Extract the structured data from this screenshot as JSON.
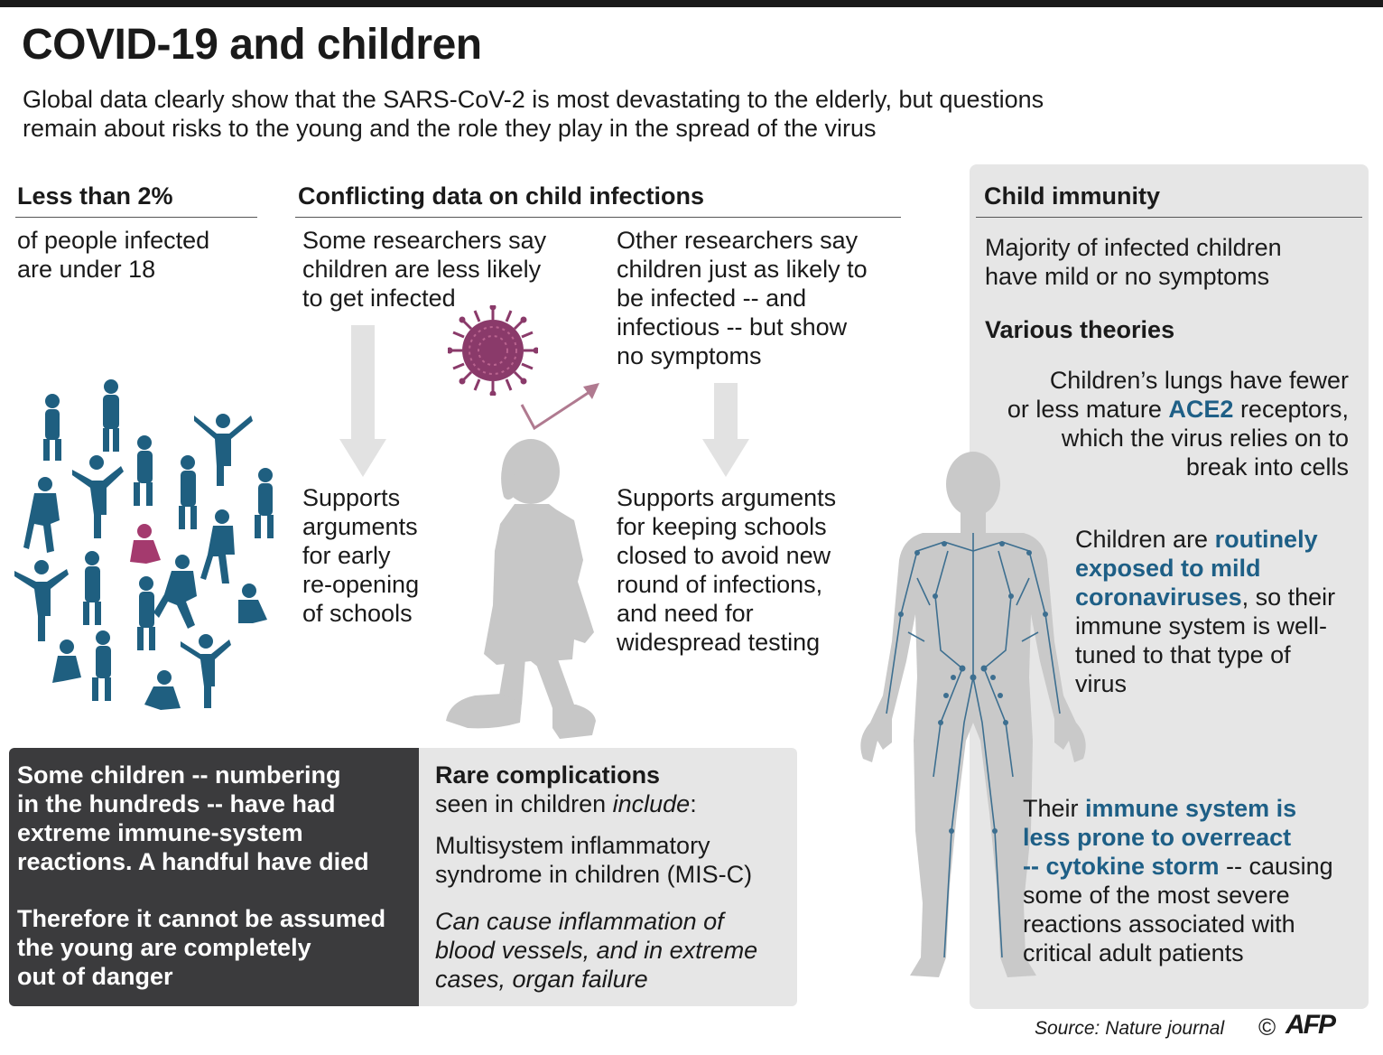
{
  "header": {
    "title": "COVID-19 and children",
    "subtitle_line1": "Global data clearly show that the SARS-CoV-2 is most devastating to the elderly, but questions",
    "subtitle_line2": "remain about risks to the young and the role they play in the spread of the virus"
  },
  "stat": {
    "heading": "Less than 2%",
    "line1": "of people infected",
    "line2": "are under 18"
  },
  "conflict": {
    "heading": "Conflicting data on child infections",
    "left": {
      "lines": [
        "Some researchers say",
        "children are less likely",
        "to get infected"
      ],
      "result": [
        "Supports",
        "arguments",
        "for early",
        "re-opening",
        "of schools"
      ]
    },
    "right": {
      "lines": [
        "Other researchers say",
        "children just as likely to",
        "be infected -- and",
        "infectious -- but show",
        "no symptoms"
      ],
      "result": [
        "Supports arguments",
        "for keeping schools",
        "closed to avoid new",
        "round of infections,",
        "and need for",
        "widespread testing"
      ]
    }
  },
  "immunity": {
    "heading": "Child immunity",
    "intro": [
      "Majority of infected children",
      "have mild or no symptoms"
    ],
    "theories_heading": "Various theories",
    "theory1": {
      "line1": "Children’s lungs have fewer",
      "line2_pre": "or less mature ",
      "line2_hl": "ACE2",
      "line2_post": " receptors,",
      "line3": "which the virus relies on to",
      "line4": "break into cells"
    },
    "theory2": {
      "pre": "Children are ",
      "hl1": "routinely",
      "hl2": "exposed to mild",
      "hl3": "coronaviruses",
      "post1": ", so their",
      "line4": "immune system is well-",
      "line5": "tuned to that type of",
      "line6": "virus"
    },
    "theory3": {
      "pre": "Their ",
      "hl1": "immune system is",
      "hl2": "less prone to overreact",
      "hl3": "-- cytokine storm",
      "post1": " -- causing",
      "line4": "some of the most severe",
      "line5": "reactions associated with",
      "line6": "critical adult patients"
    }
  },
  "warning": {
    "para1": [
      "Some children -- numbering",
      "in the hundreds -- have had",
      "extreme immune-system",
      "reactions.  A handful have died"
    ],
    "para2": [
      "Therefore it cannot be assumed",
      "the  young are completely",
      "out of danger"
    ]
  },
  "complications": {
    "heading": "Rare complications",
    "sub_pre": "seen in children ",
    "sub_ital": "include",
    "sub_post": ":",
    "condition": [
      "Multisystem inflammatory",
      "syndrome in children (MIS-C)"
    ],
    "effects": [
      "Can cause inflammation of",
      "blood vessels, and in extreme",
      "cases, organ failure"
    ]
  },
  "footer": {
    "source": "Source: Nature journal",
    "copyright": "©",
    "agency": "AFP"
  },
  "colors": {
    "accent_blue": "#1e5f86",
    "figure_blue": "#1f5f80",
    "virus_purple": "#8a3a6a",
    "highlight_figure": "#a43a6e",
    "panel_grey": "#e6e6e6",
    "dark_box": "#3b3b3d"
  }
}
